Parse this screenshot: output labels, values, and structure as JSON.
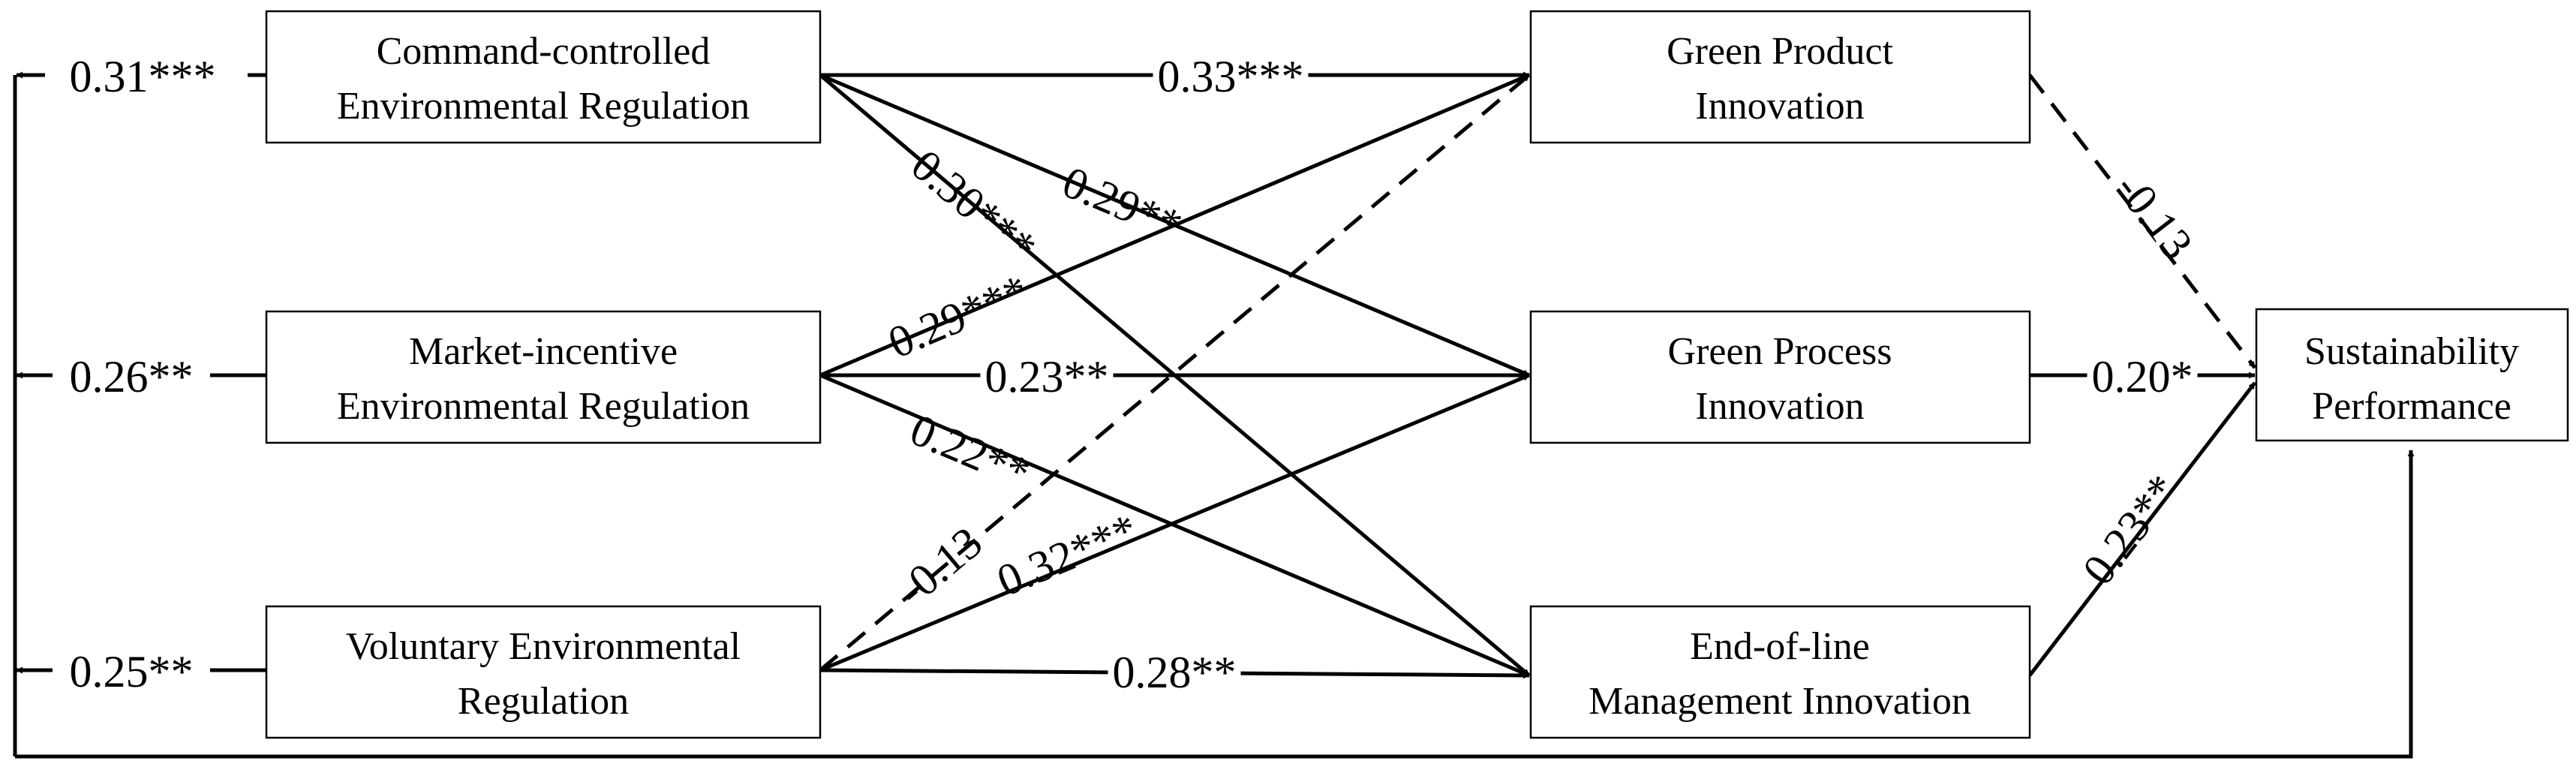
{
  "nodes": {
    "command": {
      "lines": [
        "Command-controlled",
        "Environmental Regulation"
      ]
    },
    "market": {
      "lines": [
        "Market-incentive",
        "Environmental Regulation"
      ]
    },
    "voluntary": {
      "lines": [
        "Voluntary Environmental",
        "Regulation"
      ]
    },
    "product": {
      "lines": [
        "Green Product",
        "Innovation"
      ]
    },
    "process": {
      "lines": [
        "Green Process",
        "Innovation"
      ]
    },
    "endofline": {
      "lines": [
        "End-of-line",
        "Management Innovation"
      ]
    },
    "sustainability": {
      "lines": [
        "Sustainability",
        "Performance"
      ]
    }
  },
  "paths": {
    "command_product": "0.33***",
    "command_process": "0.29**",
    "command_endofline": "0.30***",
    "market_product": "0.29***",
    "market_process": "0.23**",
    "market_endofline": "0.22**",
    "voluntary_product": "-0.13",
    "voluntary_process": "0.32***",
    "voluntary_endofline": "0.28**",
    "product_sustainability": "-0.13",
    "process_sustainability": "0.20*",
    "endofline_sustainability": "0.23**",
    "command_sustainability": "0.31***",
    "market_sustainability": "0.26**",
    "voluntary_sustainability": "0.25**"
  }
}
